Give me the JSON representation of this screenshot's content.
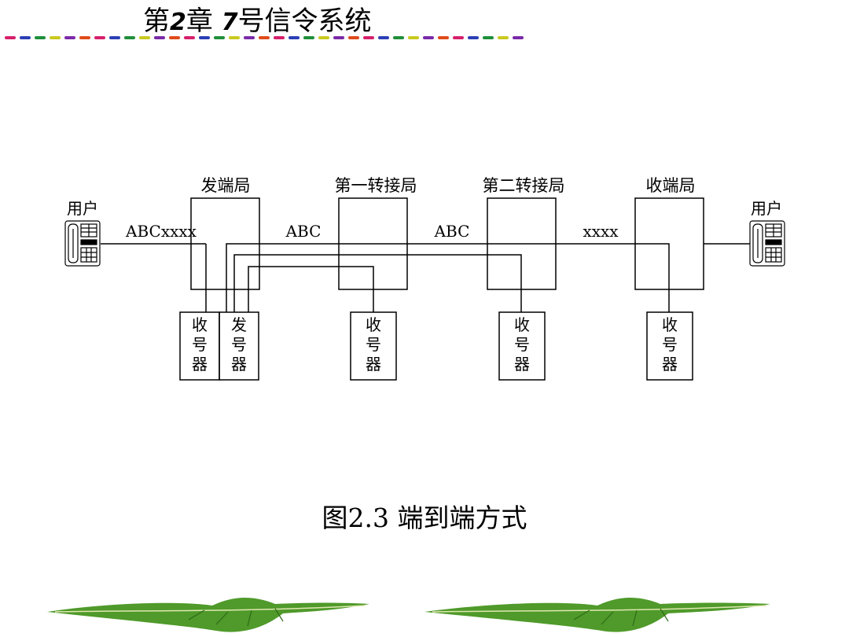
{
  "slide": {
    "title_prefix": "第",
    "title_num": "2",
    "title_mid": "章  ",
    "title_num2": "7",
    "title_rest": "号信令系统",
    "caption": "图2.3  端到端方式"
  },
  "diagram": {
    "exchanges": [
      {
        "label": "发端局"
      },
      {
        "label": "第一转接局"
      },
      {
        "label": "第二转接局"
      },
      {
        "label": "收端局"
      }
    ],
    "user_left_label": "用户",
    "user_right_label": "用户",
    "digit_labels": [
      "ABCxxxx",
      "ABC",
      "ABC",
      "xxxx"
    ],
    "devices": [
      {
        "label": [
          "收",
          "号",
          "器"
        ]
      },
      {
        "label": [
          "发",
          "号",
          "器"
        ]
      },
      {
        "label": [
          "收",
          "号",
          "器"
        ]
      },
      {
        "label": [
          "收",
          "号",
          "器"
        ]
      },
      {
        "label": [
          "收",
          "号",
          "器"
        ]
      }
    ]
  },
  "colors": {
    "dash_palette": [
      "#d6206b",
      "#2b3fb5",
      "#1f8f3a",
      "#c9c920",
      "#7a2aa8",
      "#e04b1a"
    ],
    "leaf_green": "#4f9a2a"
  },
  "icons": [
    "telephone-icon",
    "leaf-decoration"
  ]
}
